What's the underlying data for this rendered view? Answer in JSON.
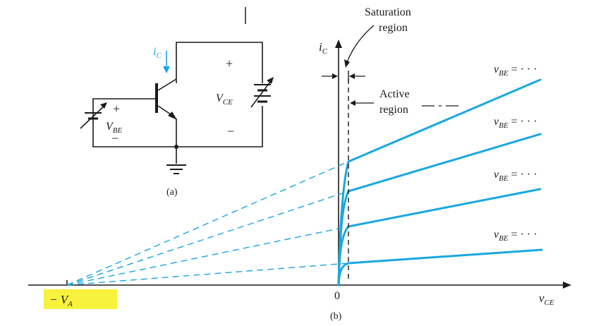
{
  "circuit": {
    "ic_label": "i",
    "ic_sub": "C",
    "vce_label": "V",
    "vce_sub": "CE",
    "vbe_label": "V",
    "vbe_sub": "BE",
    "plus": "+",
    "minus": "−",
    "caption": "(a)"
  },
  "plot": {
    "y_axis_label": "i",
    "y_axis_sub": "C",
    "x_axis_label": "v",
    "x_axis_sub": "CE",
    "origin_label": "0",
    "va_label": "− V",
    "va_sub": "A",
    "saturation_label_line1": "Saturation",
    "saturation_label_line2": "region",
    "active_label_line1": "Active",
    "active_label_line2": "region",
    "curve_label_v": "v",
    "curve_label_sub": "BE",
    "curve_label_tail": " = · · ·",
    "caption": "(b)"
  },
  "colors": {
    "curve": "#1aa7e0",
    "ink": "#1a1a1a",
    "highlight": "#f7f23b"
  }
}
